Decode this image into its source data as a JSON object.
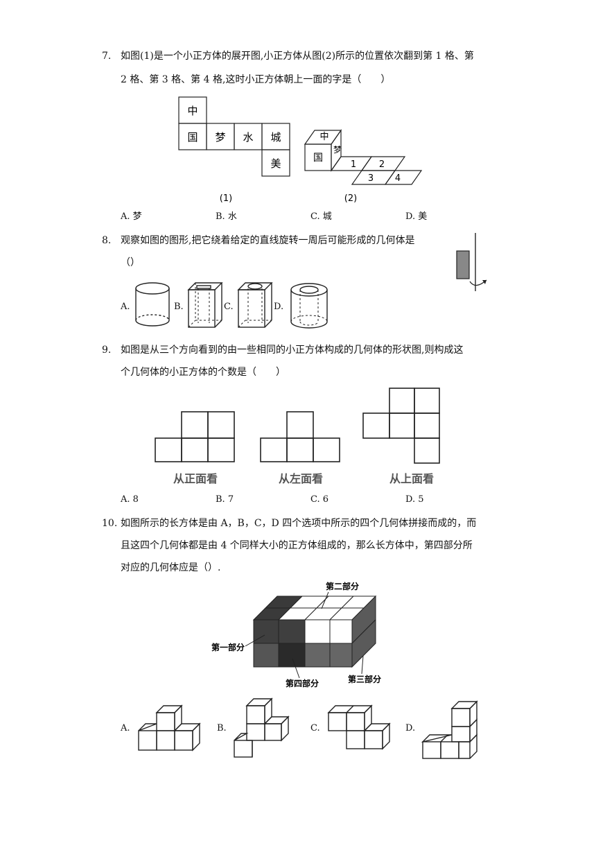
{
  "q7": {
    "num": "7.",
    "line1": "如图(1)是一个小正方体的展开图,小正方体从图(2)所示的位置依次翻到第 1 格、第",
    "line2": "2 格、第 3 格、第 4 格,这时小正方体朝上一面的字是（　　）",
    "net": {
      "top": "中",
      "row": [
        "国",
        "梦",
        "水",
        "城"
      ],
      "bottom": "美"
    },
    "cube": {
      "top": "中",
      "front": "国",
      "side": "梦"
    },
    "cells": [
      "1",
      "2",
      "3",
      "4"
    ],
    "fig1_label": "(1)",
    "fig2_label": "(2)",
    "options": [
      "A. 梦",
      "B. 水",
      "C. 城",
      "D. 美"
    ]
  },
  "q8": {
    "num": "8.",
    "line1": "观察如图的图形,把它绕着给定的直线旋转一周后可能形成的几何体是",
    "line2": "（）",
    "opt_labels": [
      "A.",
      "B.",
      "C.",
      "D."
    ]
  },
  "q9": {
    "num": "9.",
    "line1": "如图是从三个方向看到的由一些相同的小正方体构成的几何体的形状图,则构成这",
    "line2": "个几何体的小正方体的个数是（　　）",
    "view_labels": [
      "从正面看",
      "从左面看",
      "从上面看"
    ],
    "options": [
      "A. 8",
      "B. 7",
      "C. 6",
      "D. 5"
    ]
  },
  "q10": {
    "num": "10.",
    "line1": "如图所示的长方体是由 A，B，C，D 四个选项中所示的四个几何体拼接而成的，而",
    "line2": "且这四个几何体都是由 4 个同样大小的正方体组成的，那么长方体中，第四部分所",
    "line3": "对应的几何体应是（）.",
    "part_labels": [
      "第一部分",
      "第二部分",
      "第三部分",
      "第四部分"
    ],
    "opt_labels": [
      "A.",
      "B.",
      "C.",
      "D."
    ]
  }
}
